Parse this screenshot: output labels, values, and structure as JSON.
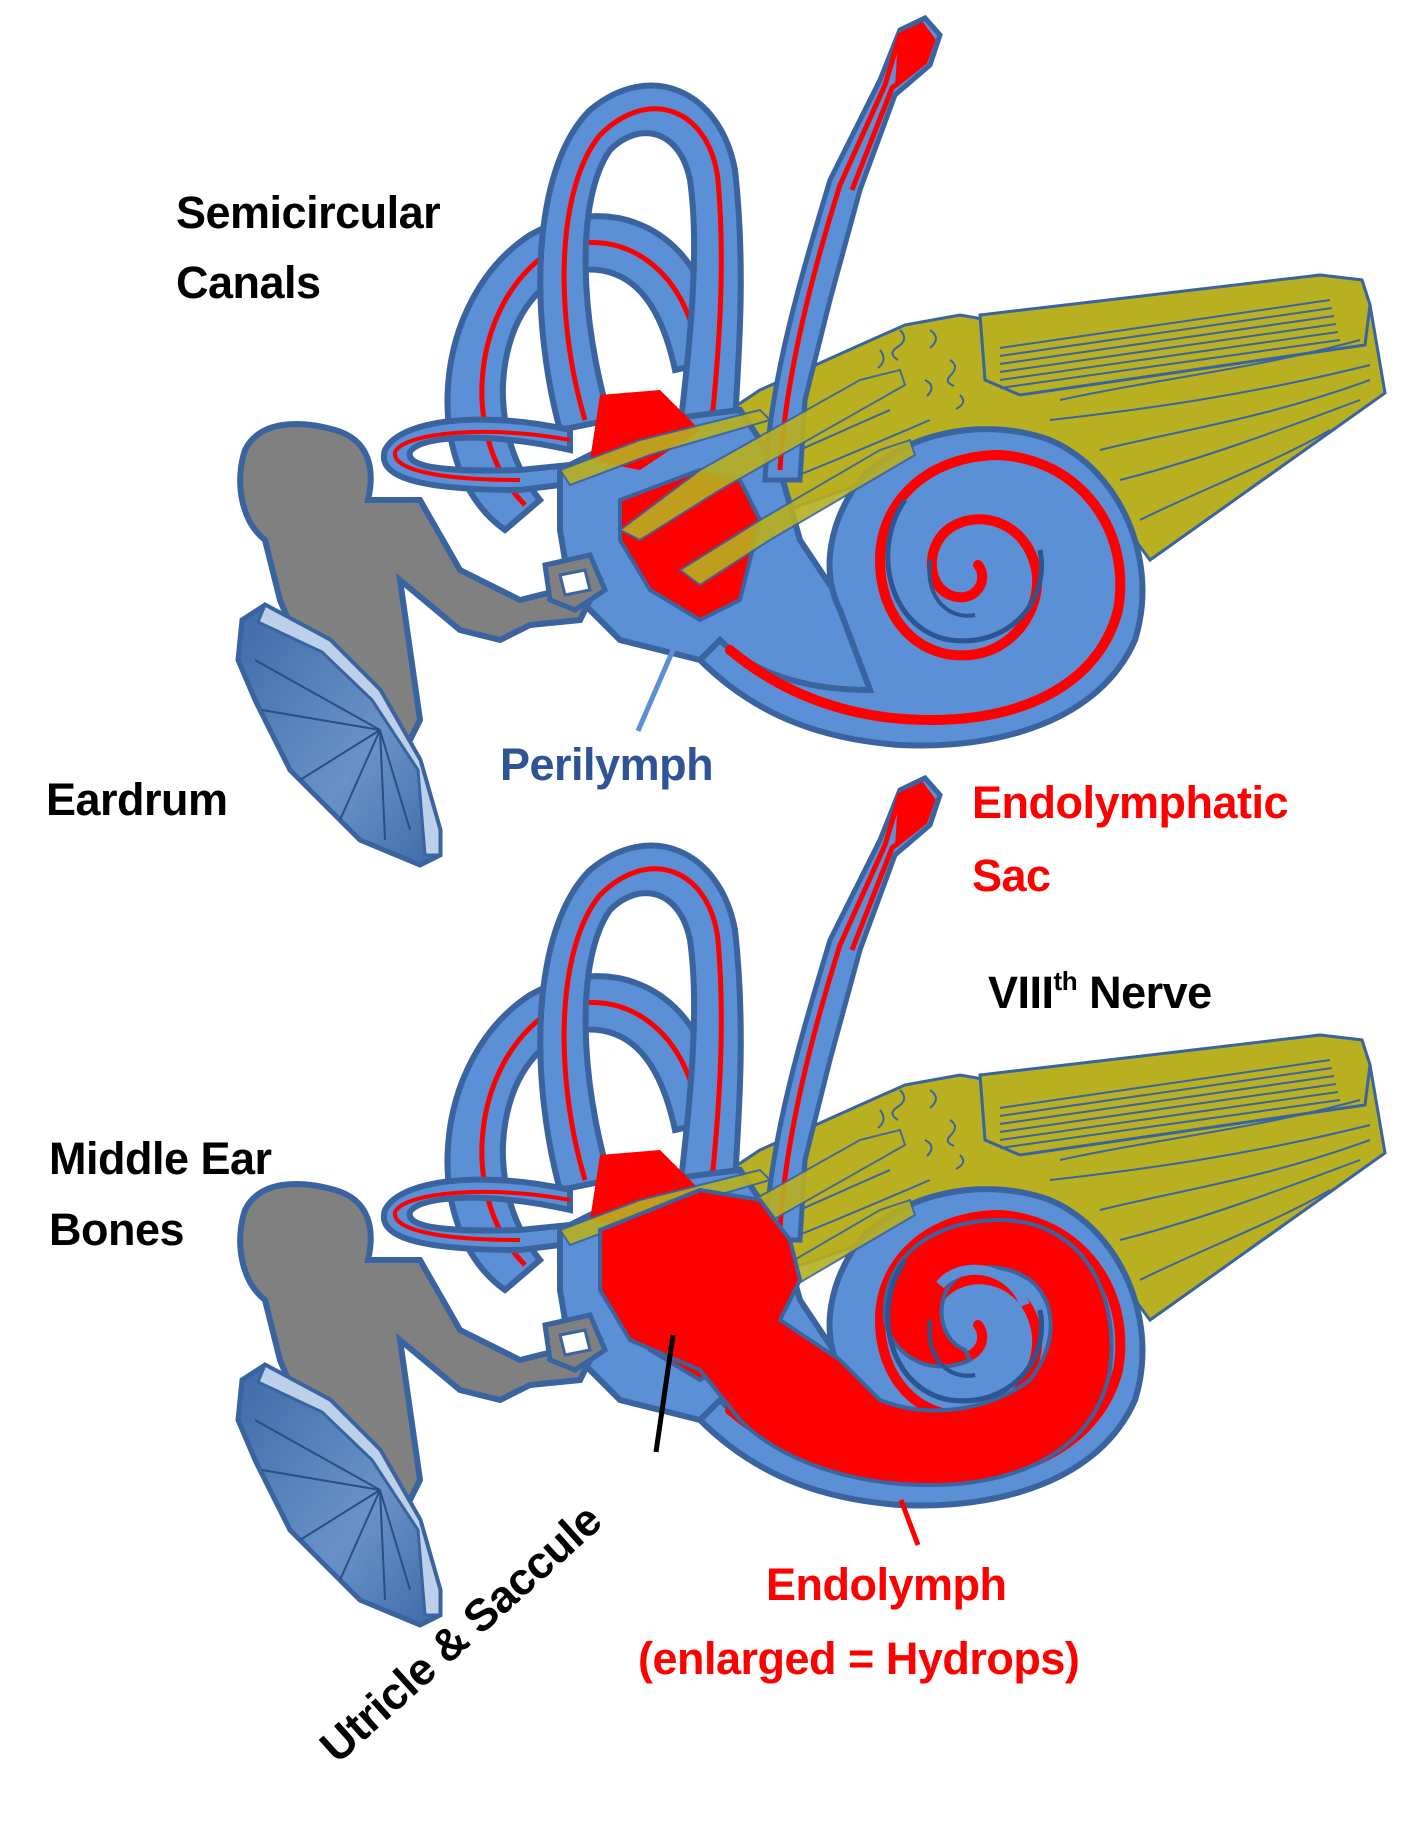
{
  "figure": {
    "title": "Inner ear: normal vs. endolymphatic hydrops",
    "panels": [
      {
        "name": "normal",
        "description": "Normal inner ear"
      },
      {
        "name": "hydrops",
        "description": "Inner ear with enlarged endolymph (hydrops)"
      }
    ]
  },
  "labels": {
    "semicircular_line1": "Semicircular",
    "semicircular_line2": "Canals",
    "eardrum": "Eardrum",
    "perilymph": "Perilymph",
    "endolymphatic_line1": "Endolymphatic",
    "endolymphatic_line2": "Sac",
    "nerve_prefix": "VIII",
    "nerve_sup": "th",
    "nerve_suffix": " Nerve",
    "middle_ear_line1": "Middle Ear",
    "middle_ear_line2": "Bones",
    "utricle_saccule": "Utricle & Saccule",
    "endolymph_line1": "Endolymph",
    "endolymph_line2": "(enlarged = Hydrops)"
  },
  "colors": {
    "perilymph_blue": "#5b8fd6",
    "outline_blue": "#3a64a0",
    "endolymph_red": "#ff0000",
    "nerve_olive": "#b8b020",
    "bone_gray": "#808080",
    "eardrum_blue": "#4a74ad",
    "eardrum_rim": "#bcd0ea",
    "label_black": "#000000",
    "label_red": "#ff0000",
    "label_navy": "#2e5496"
  }
}
